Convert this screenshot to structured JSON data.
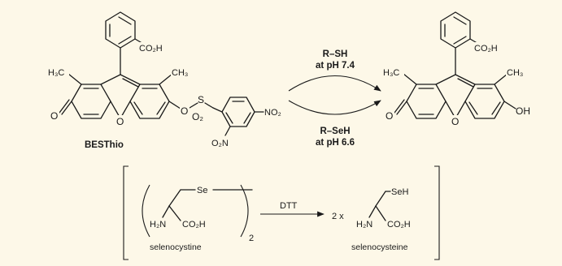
{
  "left_molecule": {
    "name": "BESThio",
    "labels": {
      "carboxyl": "CO₂H",
      "methyl_left": "H₃C",
      "methyl_right": "CH₃",
      "carbonyl_o": "O",
      "ring_o": "O",
      "ether_o": "O",
      "sulfur": "S",
      "sulfonyl_o2": "O₂",
      "nitro_para": "NO₂",
      "nitro_ortho": "O₂N"
    }
  },
  "right_molecule": {
    "labels": {
      "carboxyl": "CO₂H",
      "methyl_left": "H₃C",
      "methyl_right": "CH₃",
      "carbonyl_o": "O",
      "ring_o": "O",
      "hydroxyl": "OH"
    }
  },
  "reaction": {
    "top_reagent": "R–SH",
    "top_condition": "at pH 7.4",
    "bottom_reagent": "R–SeH",
    "bottom_condition": "at pH 6.6"
  },
  "lower_scheme": {
    "reagent": "DTT",
    "multiplier": "2 x",
    "subscript": "2",
    "reactant": {
      "name": "selenocystine",
      "labels": {
        "selenium": "Se",
        "amine": "H₂N",
        "acid": "CO₂H"
      }
    },
    "product": {
      "name": "selenocysteine",
      "labels": {
        "selenol": "SeH",
        "amine": "H₂N",
        "acid": "CO₂H"
      }
    }
  }
}
